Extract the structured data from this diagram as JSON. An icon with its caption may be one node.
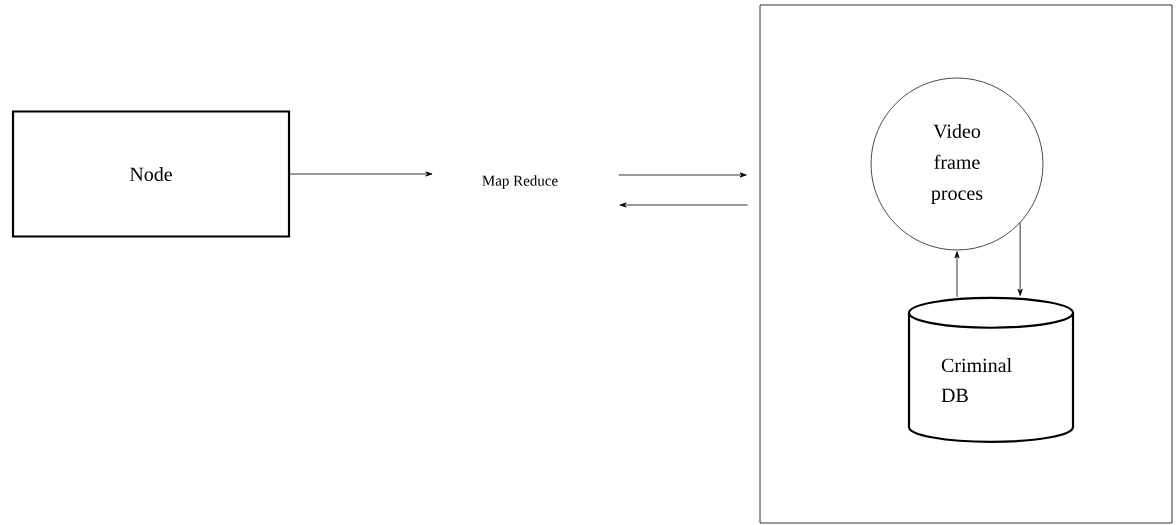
{
  "diagram": {
    "nodes": [
      {
        "text": [
          "Node"
        ]
      },
      {
        "text": [
          "Map Reduce"
        ]
      },
      {
        "text": [],
        "shape": "box"
      },
      {
        "text": [
          "Video frame proces"
        ],
        "in": 2
      },
      {
        "text": [
          "Criminal DB"
        ],
        "in": 2
      }
    ],
    "edges": [
      {
        "from": 0,
        "to": 1,
        "arrow": "to"
      },
      {
        "from": 1,
        "to": 2,
        "arrow": "to"
      },
      {
        "from": 2,
        "to": 1,
        "arrow": "to"
      },
      {
        "from": 4,
        "to": 3,
        "arrow": "to"
      },
      {
        "from": 3,
        "to": 4,
        "arrow": "to"
      }
    ]
  }
}
